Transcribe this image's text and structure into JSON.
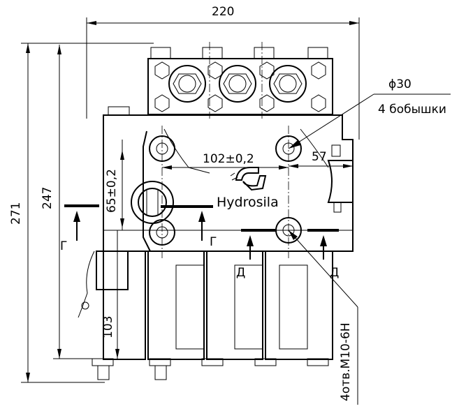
{
  "dimensions": {
    "width_220": "220",
    "height_271": "271",
    "height_247": "247",
    "bolt_spacing": "102±0,2",
    "port_spacing": "65±0,2",
    "offset_57": "57",
    "bottom_103": "103"
  },
  "callouts": {
    "boss_diameter": "ϕ30",
    "boss_count": "4 бобышки",
    "holes_note": "4отв.М10-6Н"
  },
  "brand": {
    "name": "Hydrosila"
  },
  "section_marks": {
    "left": "Г",
    "middle": "Г",
    "d1": "Д",
    "d2": "Д"
  }
}
